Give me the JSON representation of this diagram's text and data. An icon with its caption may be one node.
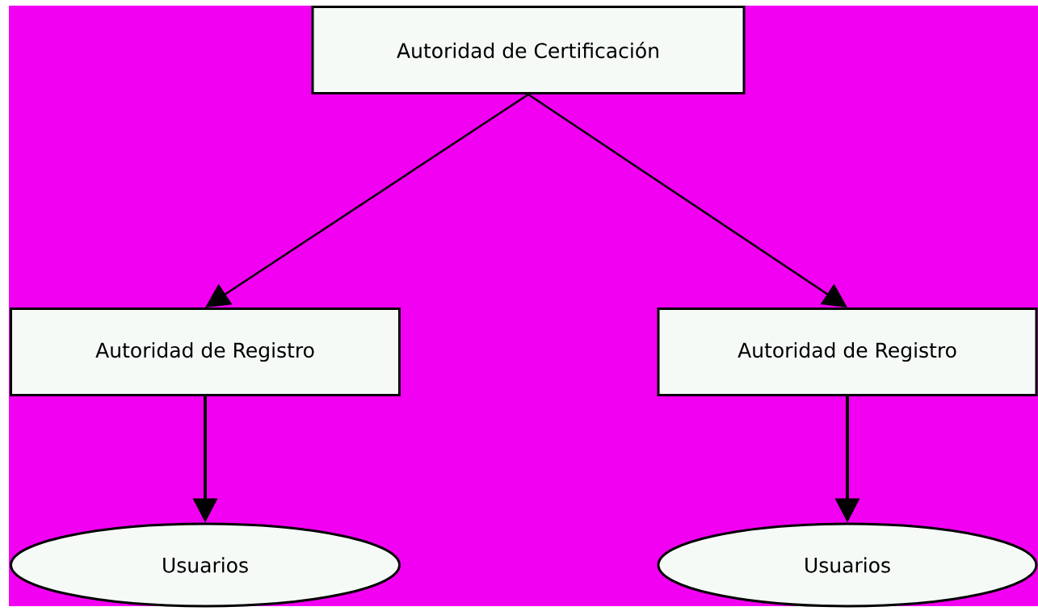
{
  "diagram": {
    "nodes": [
      {
        "text": [
          "Autoridad de Certificación"
        ]
      },
      {
        "text": [
          "Autoridad de Registro"
        ]
      },
      {
        "text": [
          "Autoridad de Registro"
        ]
      },
      {
        "text": [
          "Usuarios"
        ]
      },
      {
        "text": [
          "Usuarios"
        ]
      }
    ],
    "edges": [
      {
        "from": 0,
        "to": 1,
        "arrow": "to"
      },
      {
        "from": 0,
        "to": 2,
        "arrow": "to"
      },
      {
        "from": 1,
        "to": 3,
        "arrow": "to"
      },
      {
        "from": 2,
        "to": 4,
        "arrow": "to"
      }
    ]
  }
}
